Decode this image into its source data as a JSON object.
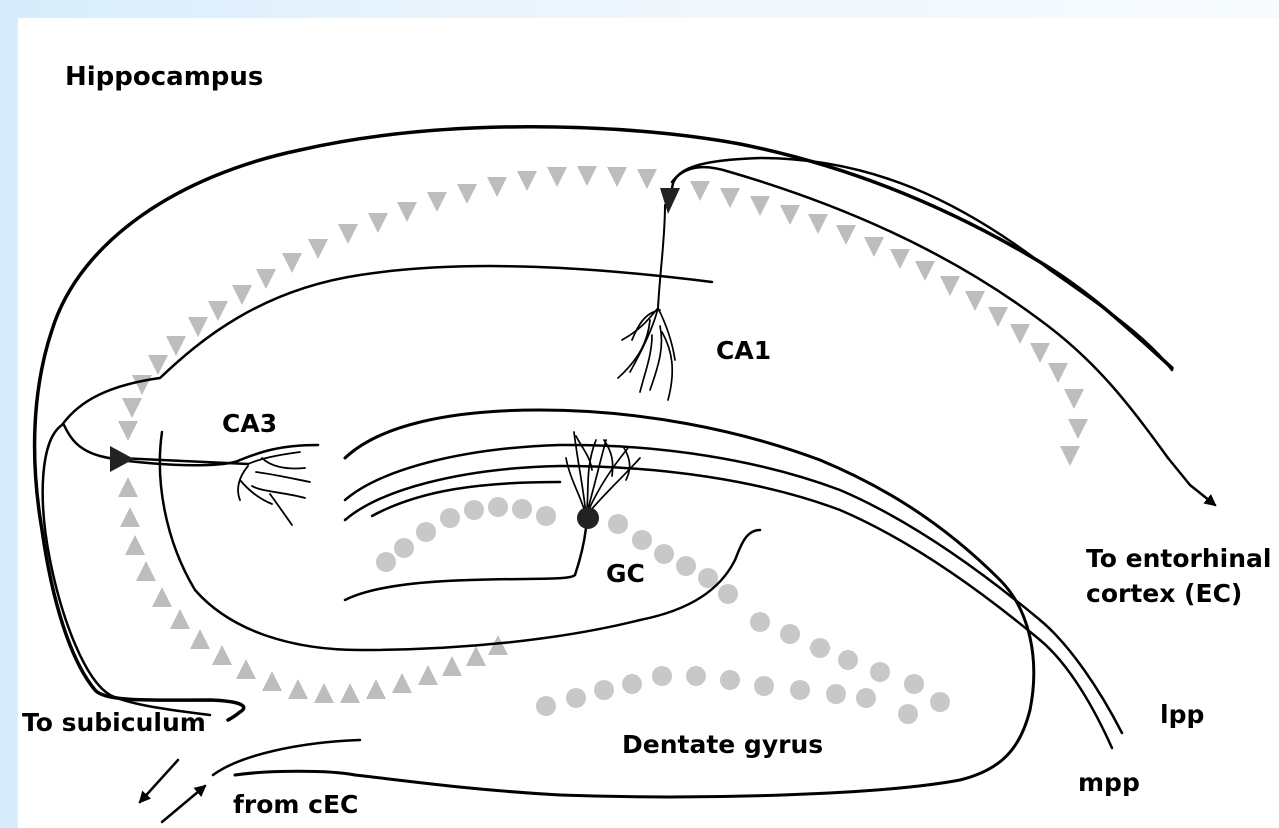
{
  "title": "Hippocampus",
  "labels": {
    "ca1": "CA1",
    "ca3": "CA3",
    "gc": "GC",
    "to_ec_line1": "To entorhinal",
    "to_ec_line2": "cortex (EC)",
    "to_subiculum": "To subiculum",
    "from_cec": "from cEC",
    "dentate_gyrus": "Dentate gyrus",
    "lpp": "lpp",
    "mpp": "mpp"
  },
  "colors": {
    "background_gradient_start": "#d7ecfb",
    "background_gradient_end": "#ffffff",
    "pyramidal_cell_marker": "#bdbdbd",
    "granule_cell_marker": "#c8c8c8",
    "line": "#000000",
    "highlighted_cell": "#222222"
  },
  "icons": {
    "pyramidal_cell": "triangle-marker",
    "granule_cell": "circle-marker"
  }
}
